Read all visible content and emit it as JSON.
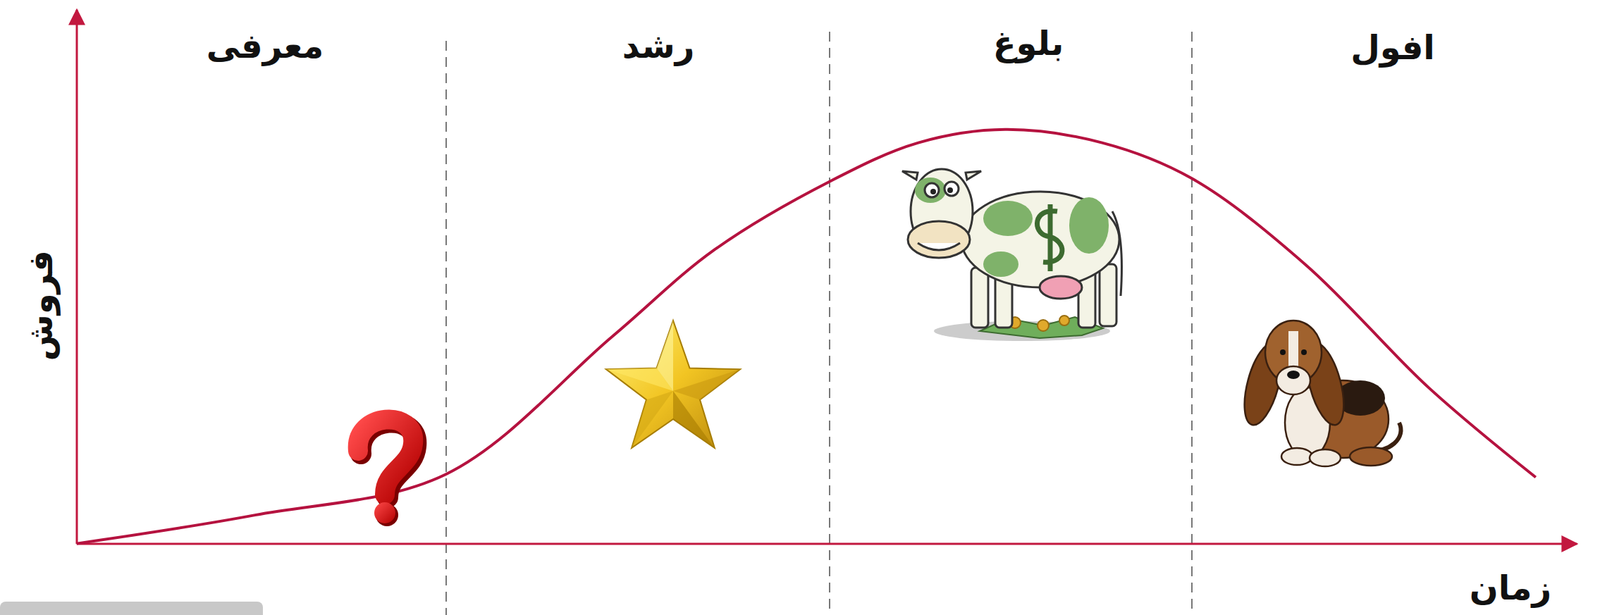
{
  "diagram": {
    "labels": [
      "معرفی",
      "رشد",
      "بلوغ",
      "افول",
      "فروش",
      "زمان"
    ]
  }
}
